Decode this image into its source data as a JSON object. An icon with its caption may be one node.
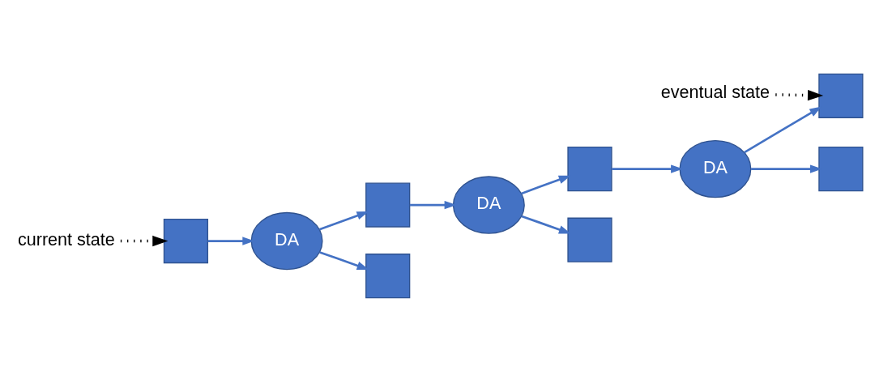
{
  "diagram": {
    "nodes": [
      {
        "text": [
          "current state"
        ]
      },
      {
        "text": [],
        "shape": "box"
      },
      {
        "text": [
          "DA"
        ]
      },
      {
        "text": [],
        "shape": "box"
      },
      {
        "text": [],
        "shape": "box"
      },
      {
        "text": [
          "DA"
        ]
      },
      {
        "text": [],
        "shape": "box"
      },
      {
        "text": [],
        "shape": "box"
      },
      {
        "text": [
          "DA"
        ]
      },
      {
        "text": [],
        "shape": "box"
      },
      {
        "text": [],
        "shape": "box"
      },
      {
        "text": [
          "eventual state"
        ]
      }
    ],
    "edges": [
      {
        "from": 0,
        "to": 1,
        "arrow": "to",
        "style": "dashed",
        "color": "#000000"
      },
      {
        "from": 1,
        "to": 2,
        "arrow": "to"
      },
      {
        "from": 2,
        "to": 3,
        "arrow": "to"
      },
      {
        "from": 2,
        "to": 4,
        "arrow": "to"
      },
      {
        "from": 3,
        "to": 5,
        "arrow": "to"
      },
      {
        "from": 5,
        "to": 6,
        "arrow": "to"
      },
      {
        "from": 5,
        "to": 7,
        "arrow": "to"
      },
      {
        "from": 6,
        "to": 8,
        "arrow": "to"
      },
      {
        "from": 8,
        "to": 9,
        "arrow": "to"
      },
      {
        "from": 8,
        "to": 10,
        "arrow": "to"
      },
      {
        "from": 11,
        "to": 9,
        "arrow": "to",
        "style": "dashed",
        "color": "#000000"
      }
    ]
  }
}
